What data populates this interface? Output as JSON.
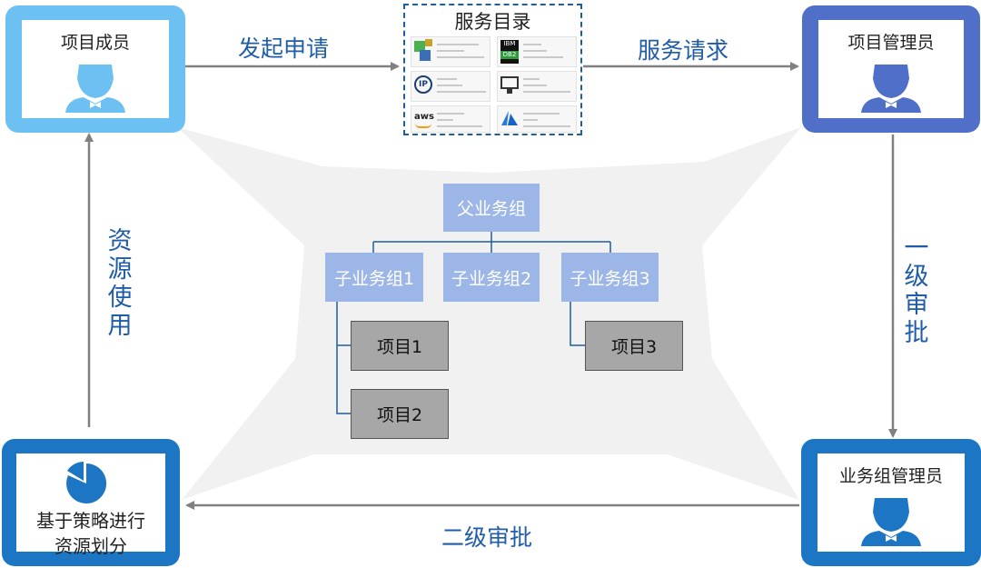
{
  "roles": {
    "project_member": {
      "title": "项目成员",
      "color": "#6cc1f2"
    },
    "project_admin": {
      "title": "项目管理员",
      "color": "#4f6fc8"
    },
    "group_admin": {
      "title": "业务组管理员",
      "color": "#1c76c4"
    },
    "policy": {
      "title_line1": "基于策略进行",
      "title_line2": "资源划分",
      "color": "#1c76c4"
    }
  },
  "flows": {
    "initiate": "发起申请",
    "service_request": "服务请求",
    "level1_approval": [
      "一",
      "级",
      "审",
      "批"
    ],
    "level2_approval": "二级审批",
    "resource_usage": [
      "资",
      "源",
      "使",
      "用"
    ]
  },
  "catalog": {
    "title": "服务目录",
    "items": [
      {
        "icon": "stack-logo-icon"
      },
      {
        "icon": "ibm-db2-logo-icon",
        "logo_top": "IBM",
        "logo_bottom": "DB2"
      },
      {
        "icon": "ip-logo-icon",
        "logo": "IP"
      },
      {
        "icon": "monitor-gear-icon"
      },
      {
        "icon": "aws-logo-icon",
        "logo": "aws"
      },
      {
        "icon": "azure-logo-icon"
      }
    ]
  },
  "hierarchy": {
    "parent": "父业务组",
    "children": [
      "子业务组1",
      "子业务组2",
      "子业务组3"
    ],
    "projects": [
      "项目1",
      "项目2",
      "项目3"
    ]
  },
  "colors": {
    "accent_text": "#1f5da8",
    "group_box": "#9db6e8",
    "project_box": "#a7a7a7",
    "arrow": "#808080"
  }
}
